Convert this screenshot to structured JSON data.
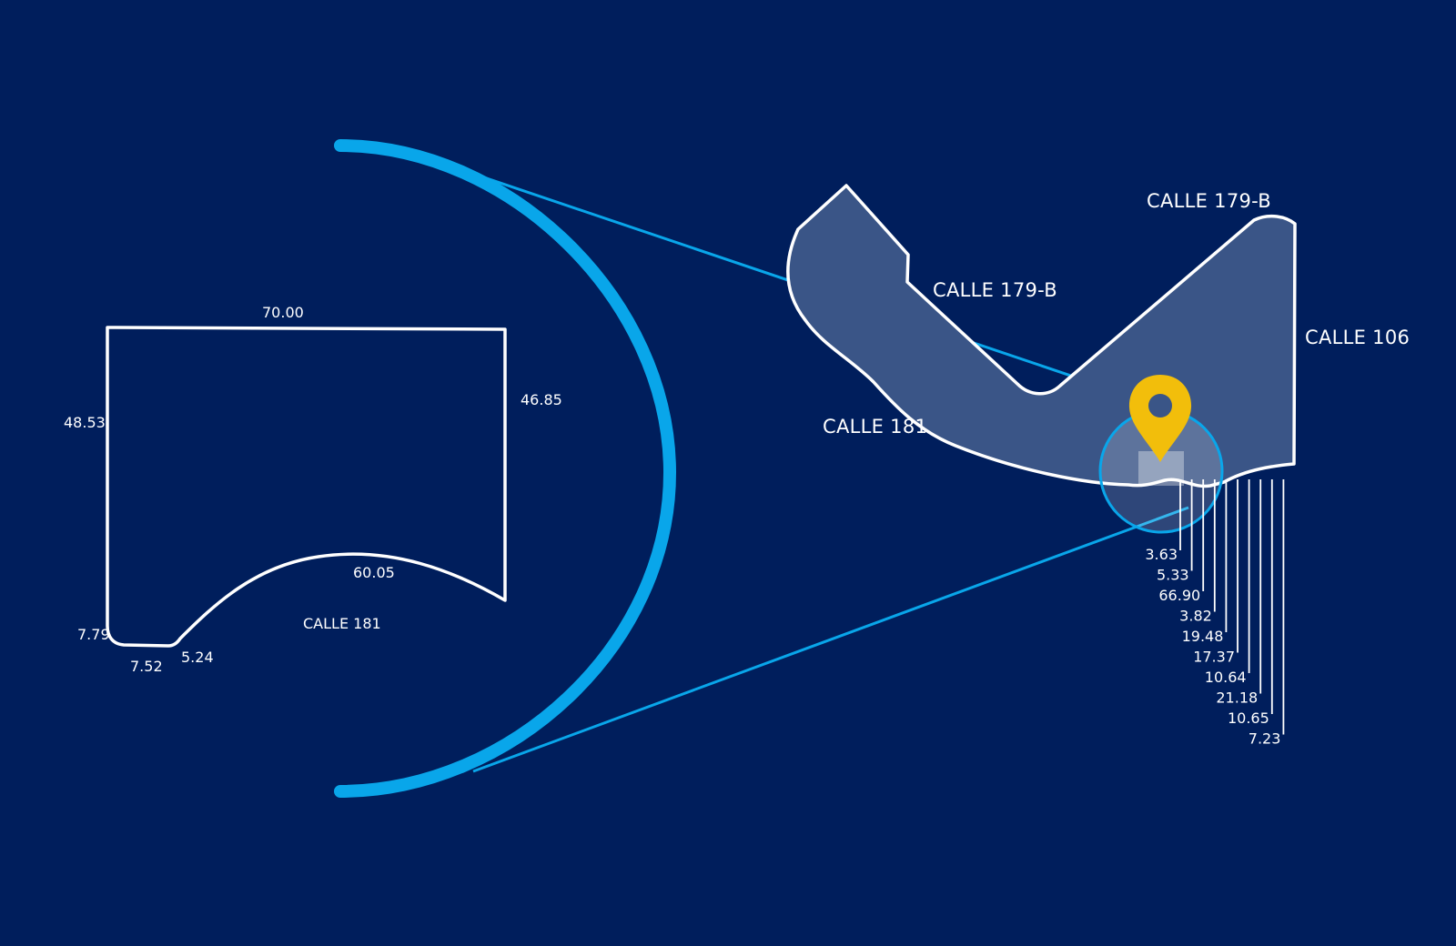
{
  "colors": {
    "background": "#001e5c",
    "accent_blue": "#09a6ea",
    "outline": "#ffffff",
    "area_fill": "#3a5587",
    "pin": "#f2be0b"
  },
  "lot_plan": {
    "top": "70.00",
    "left": "48.53",
    "right": "46.85",
    "curve": "60.05",
    "corner_left": "7.79",
    "bottom_left": "7.52",
    "bottom_short": "5.24",
    "street": "CALLE 181"
  },
  "site_map": {
    "streets": {
      "calle_179b_top": "CALLE 179-B",
      "calle_179b_mid": "CALLE 179-B",
      "calle_106": "CALLE 106",
      "calle_181": "CALLE 181"
    },
    "measurements": [
      "3.63",
      "5.33",
      "66.90",
      "3.82",
      "19.48",
      "17.37",
      "10.64",
      "21.18",
      "10.65",
      "7.23"
    ]
  },
  "icons": {
    "pin": "location-pin-icon"
  }
}
